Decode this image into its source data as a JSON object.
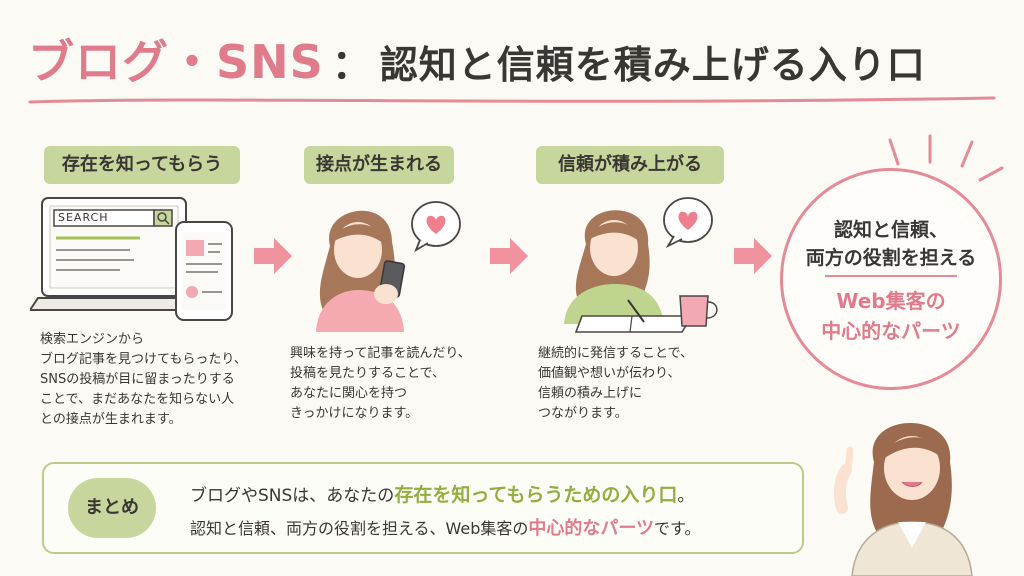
{
  "title": {
    "main": "ブログ・SNS",
    "colon": "：",
    "sub": "認知と信頼を積み上げる入り口"
  },
  "steps": [
    {
      "label": "存在を知ってもらう",
      "desc": [
        "検索エンジンから",
        "ブログ記事を見つけてもらったり、",
        "SNSの投稿が目に留まったりする",
        "ことで、まだあなたを知らない人",
        "との接点が生まれます。"
      ]
    },
    {
      "label": "接点が生まれる",
      "desc": [
        "興味を持って記事を読んだり、",
        "投稿を見たりすることで、",
        "あなたに関心を持つ",
        "きっかけになります。"
      ]
    },
    {
      "label": "信頼が積み上がる",
      "desc": [
        "継続的に発信することで、",
        "価値観や想いが伝わり、",
        "信頼の積み上げに",
        "つながります。"
      ]
    }
  ],
  "illustration": {
    "search_label": "SEARCH"
  },
  "circle": {
    "line1": "認知と信頼、",
    "line2": "両方の役割を担える",
    "line3": "Web集客の",
    "line4": "中心的なパーツ"
  },
  "summary": {
    "badge": "まとめ",
    "line1_pre": "ブログやSNSは、あなたの",
    "line1_hl": "存在を知ってもらうための入り口",
    "line1_post": "。",
    "line2_pre": "認知と信頼、両方の役割を担える、Web集客の",
    "line2_hl": "中心的なパーツ",
    "line2_post": "です。"
  },
  "colors": {
    "accent_pink": "#e07b8b",
    "accent_green": "#c7d69c",
    "text": "#3a3634"
  }
}
